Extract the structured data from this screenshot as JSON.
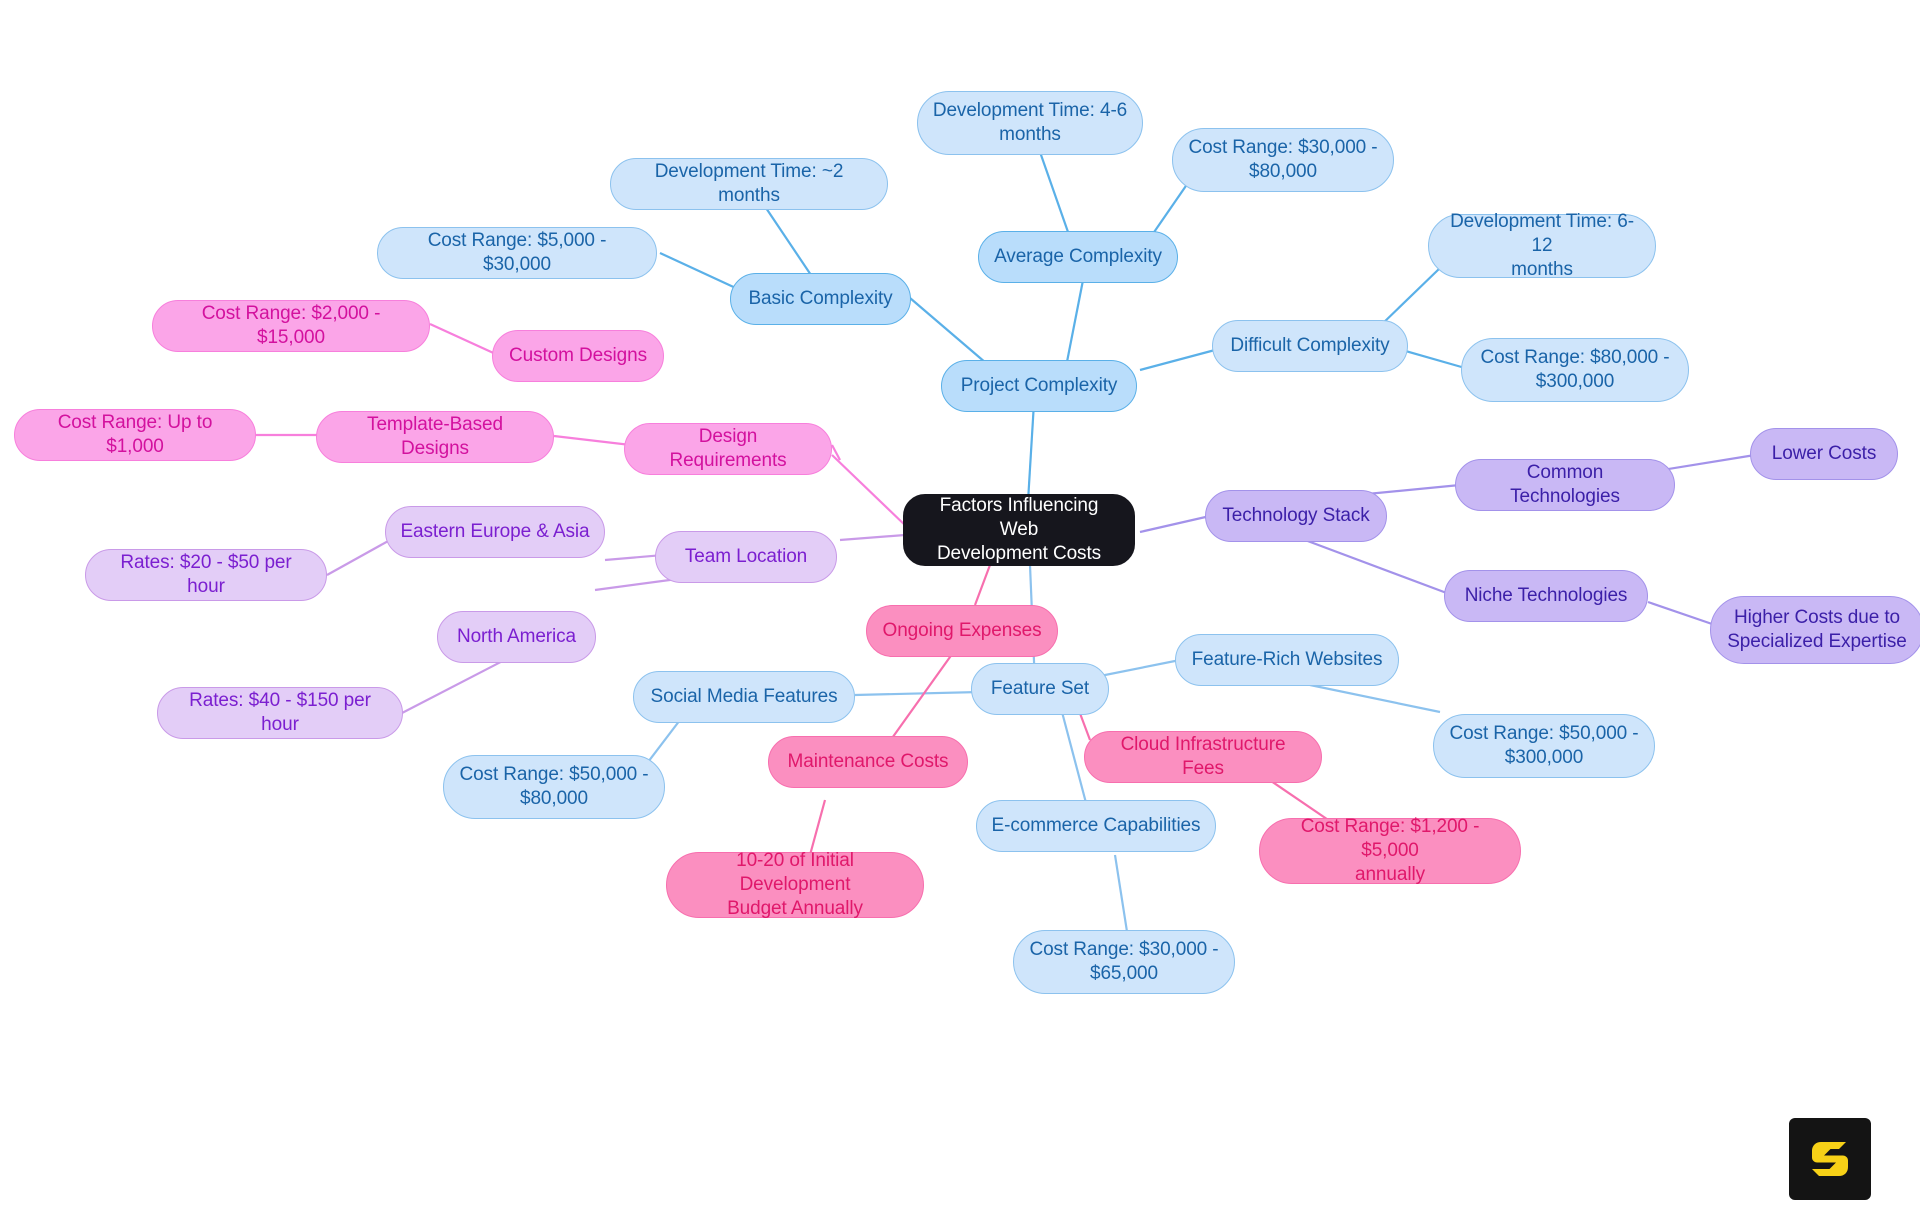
{
  "diagram": {
    "type": "mindmap",
    "title": "Factors Influencing Web Development Costs",
    "root": {
      "id": "root",
      "label": "Factors Influencing Web\nDevelopment Costs"
    },
    "branches": [
      {
        "id": "project-complexity",
        "label": "Project Complexity",
        "color": "#b9ddfb",
        "children": [
          {
            "id": "basic-complexity",
            "label": "Basic Complexity",
            "children": [
              {
                "id": "basic-dev-time",
                "label": "Development Time: ~2 months"
              },
              {
                "id": "basic-cost",
                "label": "Cost Range: $5,000 - $30,000"
              }
            ]
          },
          {
            "id": "average-complexity",
            "label": "Average Complexity",
            "children": [
              {
                "id": "avg-dev-time",
                "label": "Development Time: 4-6\nmonths"
              },
              {
                "id": "avg-cost",
                "label": "Cost Range: $30,000 -\n$80,000"
              }
            ]
          },
          {
            "id": "difficult-complexity",
            "label": "Difficult Complexity",
            "children": [
              {
                "id": "diff-dev-time",
                "label": "Development Time: 6-12\nmonths"
              },
              {
                "id": "diff-cost",
                "label": "Cost Range: $80,000 -\n$300,000"
              }
            ]
          }
        ]
      },
      {
        "id": "design-requirements",
        "label": "Design Requirements",
        "color": "#fba5e8",
        "children": [
          {
            "id": "custom-designs",
            "label": "Custom Designs",
            "children": [
              {
                "id": "custom-cost",
                "label": "Cost Range: $2,000 - $15,000"
              }
            ]
          },
          {
            "id": "template-based-designs",
            "label": "Template-Based Designs",
            "children": [
              {
                "id": "template-cost",
                "label": "Cost Range: Up to $1,000"
              }
            ]
          }
        ]
      },
      {
        "id": "team-location",
        "label": "Team Location",
        "color": "#e3cdf7",
        "children": [
          {
            "id": "eastern-europe-asia",
            "label": "Eastern Europe & Asia",
            "children": [
              {
                "id": "ee-rates",
                "label": "Rates: $20 - $50 per hour"
              }
            ]
          },
          {
            "id": "north-america",
            "label": "North America",
            "children": [
              {
                "id": "na-rates",
                "label": "Rates: $40 - $150 per hour"
              }
            ]
          }
        ]
      },
      {
        "id": "technology-stack",
        "label": "Technology Stack",
        "color": "#c9b8f5",
        "children": [
          {
            "id": "common-technologies",
            "label": "Common Technologies",
            "children": [
              {
                "id": "lower-costs",
                "label": "Lower Costs"
              }
            ]
          },
          {
            "id": "niche-technologies",
            "label": "Niche Technologies",
            "children": [
              {
                "id": "higher-costs",
                "label": "Higher Costs due to\nSpecialized Expertise"
              }
            ]
          }
        ]
      },
      {
        "id": "feature-set",
        "label": "Feature Set",
        "color": "#cfe5fb",
        "children": [
          {
            "id": "social-media-features",
            "label": "Social Media Features",
            "children": [
              {
                "id": "social-cost",
                "label": "Cost Range: $50,000 -\n$80,000"
              }
            ]
          },
          {
            "id": "feature-rich-websites",
            "label": "Feature-Rich Websites",
            "children": [
              {
                "id": "feature-rich-cost",
                "label": "Cost Range: $50,000 -\n$300,000"
              }
            ]
          },
          {
            "id": "ecommerce-capabilities",
            "label": "E-commerce Capabilities",
            "children": [
              {
                "id": "ecommerce-cost",
                "label": "Cost Range: $30,000 -\n$65,000"
              }
            ]
          }
        ]
      },
      {
        "id": "ongoing-expenses",
        "label": "Ongoing Expenses",
        "color": "#fb8fc0",
        "children": [
          {
            "id": "maintenance-costs",
            "label": "Maintenance Costs",
            "children": [
              {
                "id": "maintenance-pct",
                "label": "10-20 of Initial Development\nBudget Annually"
              }
            ]
          },
          {
            "id": "cloud-infrastructure-fees",
            "label": "Cloud Infrastructure Fees",
            "children": [
              {
                "id": "cloud-cost",
                "label": "Cost Range: $1,200 - $5,000\nannually"
              }
            ]
          }
        ]
      }
    ],
    "colors": {
      "root_bg": "#16161d",
      "root_text": "#ffffff",
      "blue_bg": "#b9ddfb",
      "blue_border": "#5ab0e8",
      "blue_text": "#1a64a8",
      "blue_light_bg": "#cfe5fb",
      "violet_bg": "#c9b8f5",
      "violet_text": "#3b1fa8",
      "violet_light_bg": "#e3cdf7",
      "violet_light_text": "#7b1fd0",
      "magenta_bg": "#fba5e8",
      "magenta_text": "#d3119e",
      "pink_bg": "#fb8fc0",
      "pink_text": "#e0186b",
      "canvas_bg": "#ffffff",
      "logo_bg": "#141414",
      "logo_mark": "#f7d117"
    }
  },
  "watermark": {
    "label": "brand-logo-s"
  }
}
